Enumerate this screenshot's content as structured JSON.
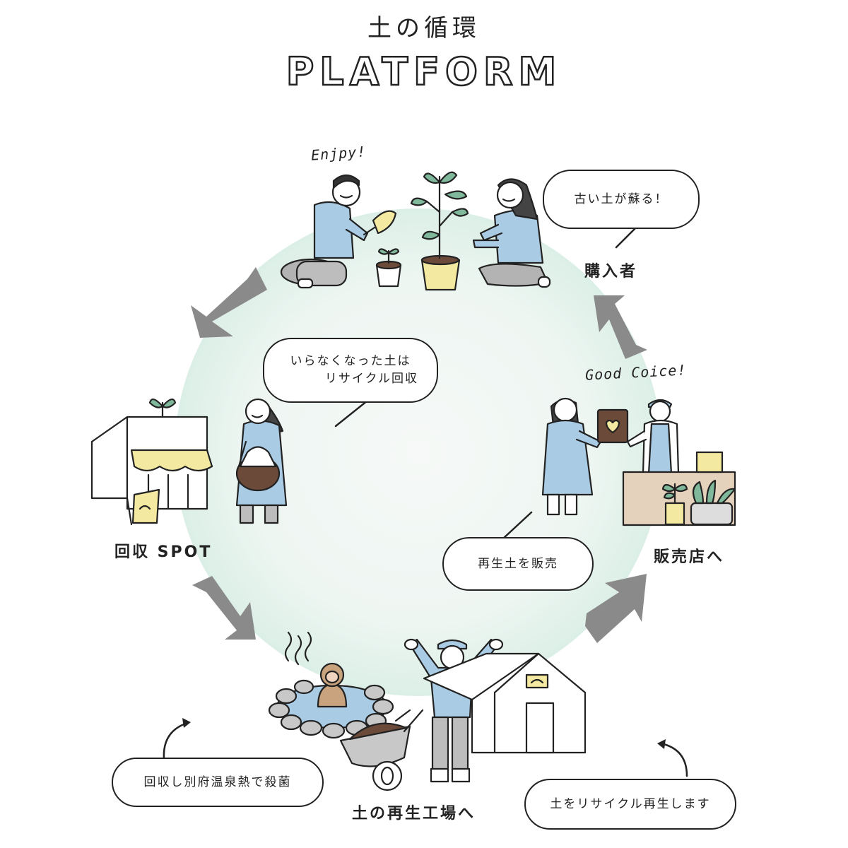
{
  "header": {
    "title": "土の循環",
    "subtitle": "PLATFORM"
  },
  "stations": {
    "buyer": "購入者",
    "collection_spot": "回収 SPOT",
    "shop": "販売店へ",
    "factory": "土の再生工場へ"
  },
  "bubbles": {
    "revive": "古い土が蘇る！",
    "recycle_line1": "いらなくなった土は",
    "recycle_line2": "リサイクル回収",
    "sell": "再生土を販売",
    "sterilize": "回収し別府温泉熱で殺菌",
    "regenerate": "土をリサイクル再生します"
  },
  "handwriting": {
    "enjoy": "Enjpy!",
    "good_choice": "Good Coice!"
  },
  "colors": {
    "circle_center": "#f6f9f7",
    "circle_edge": "#dcefe7",
    "arrow": "#8a8a8a",
    "clothes_blue": "#a9cbe4",
    "soil_brown": "#6b4a3a",
    "accent_yellow": "#f4e9a0",
    "counter_beige": "#e5d2bd",
    "plant_green": "#7fb89a",
    "ink": "#222222"
  }
}
